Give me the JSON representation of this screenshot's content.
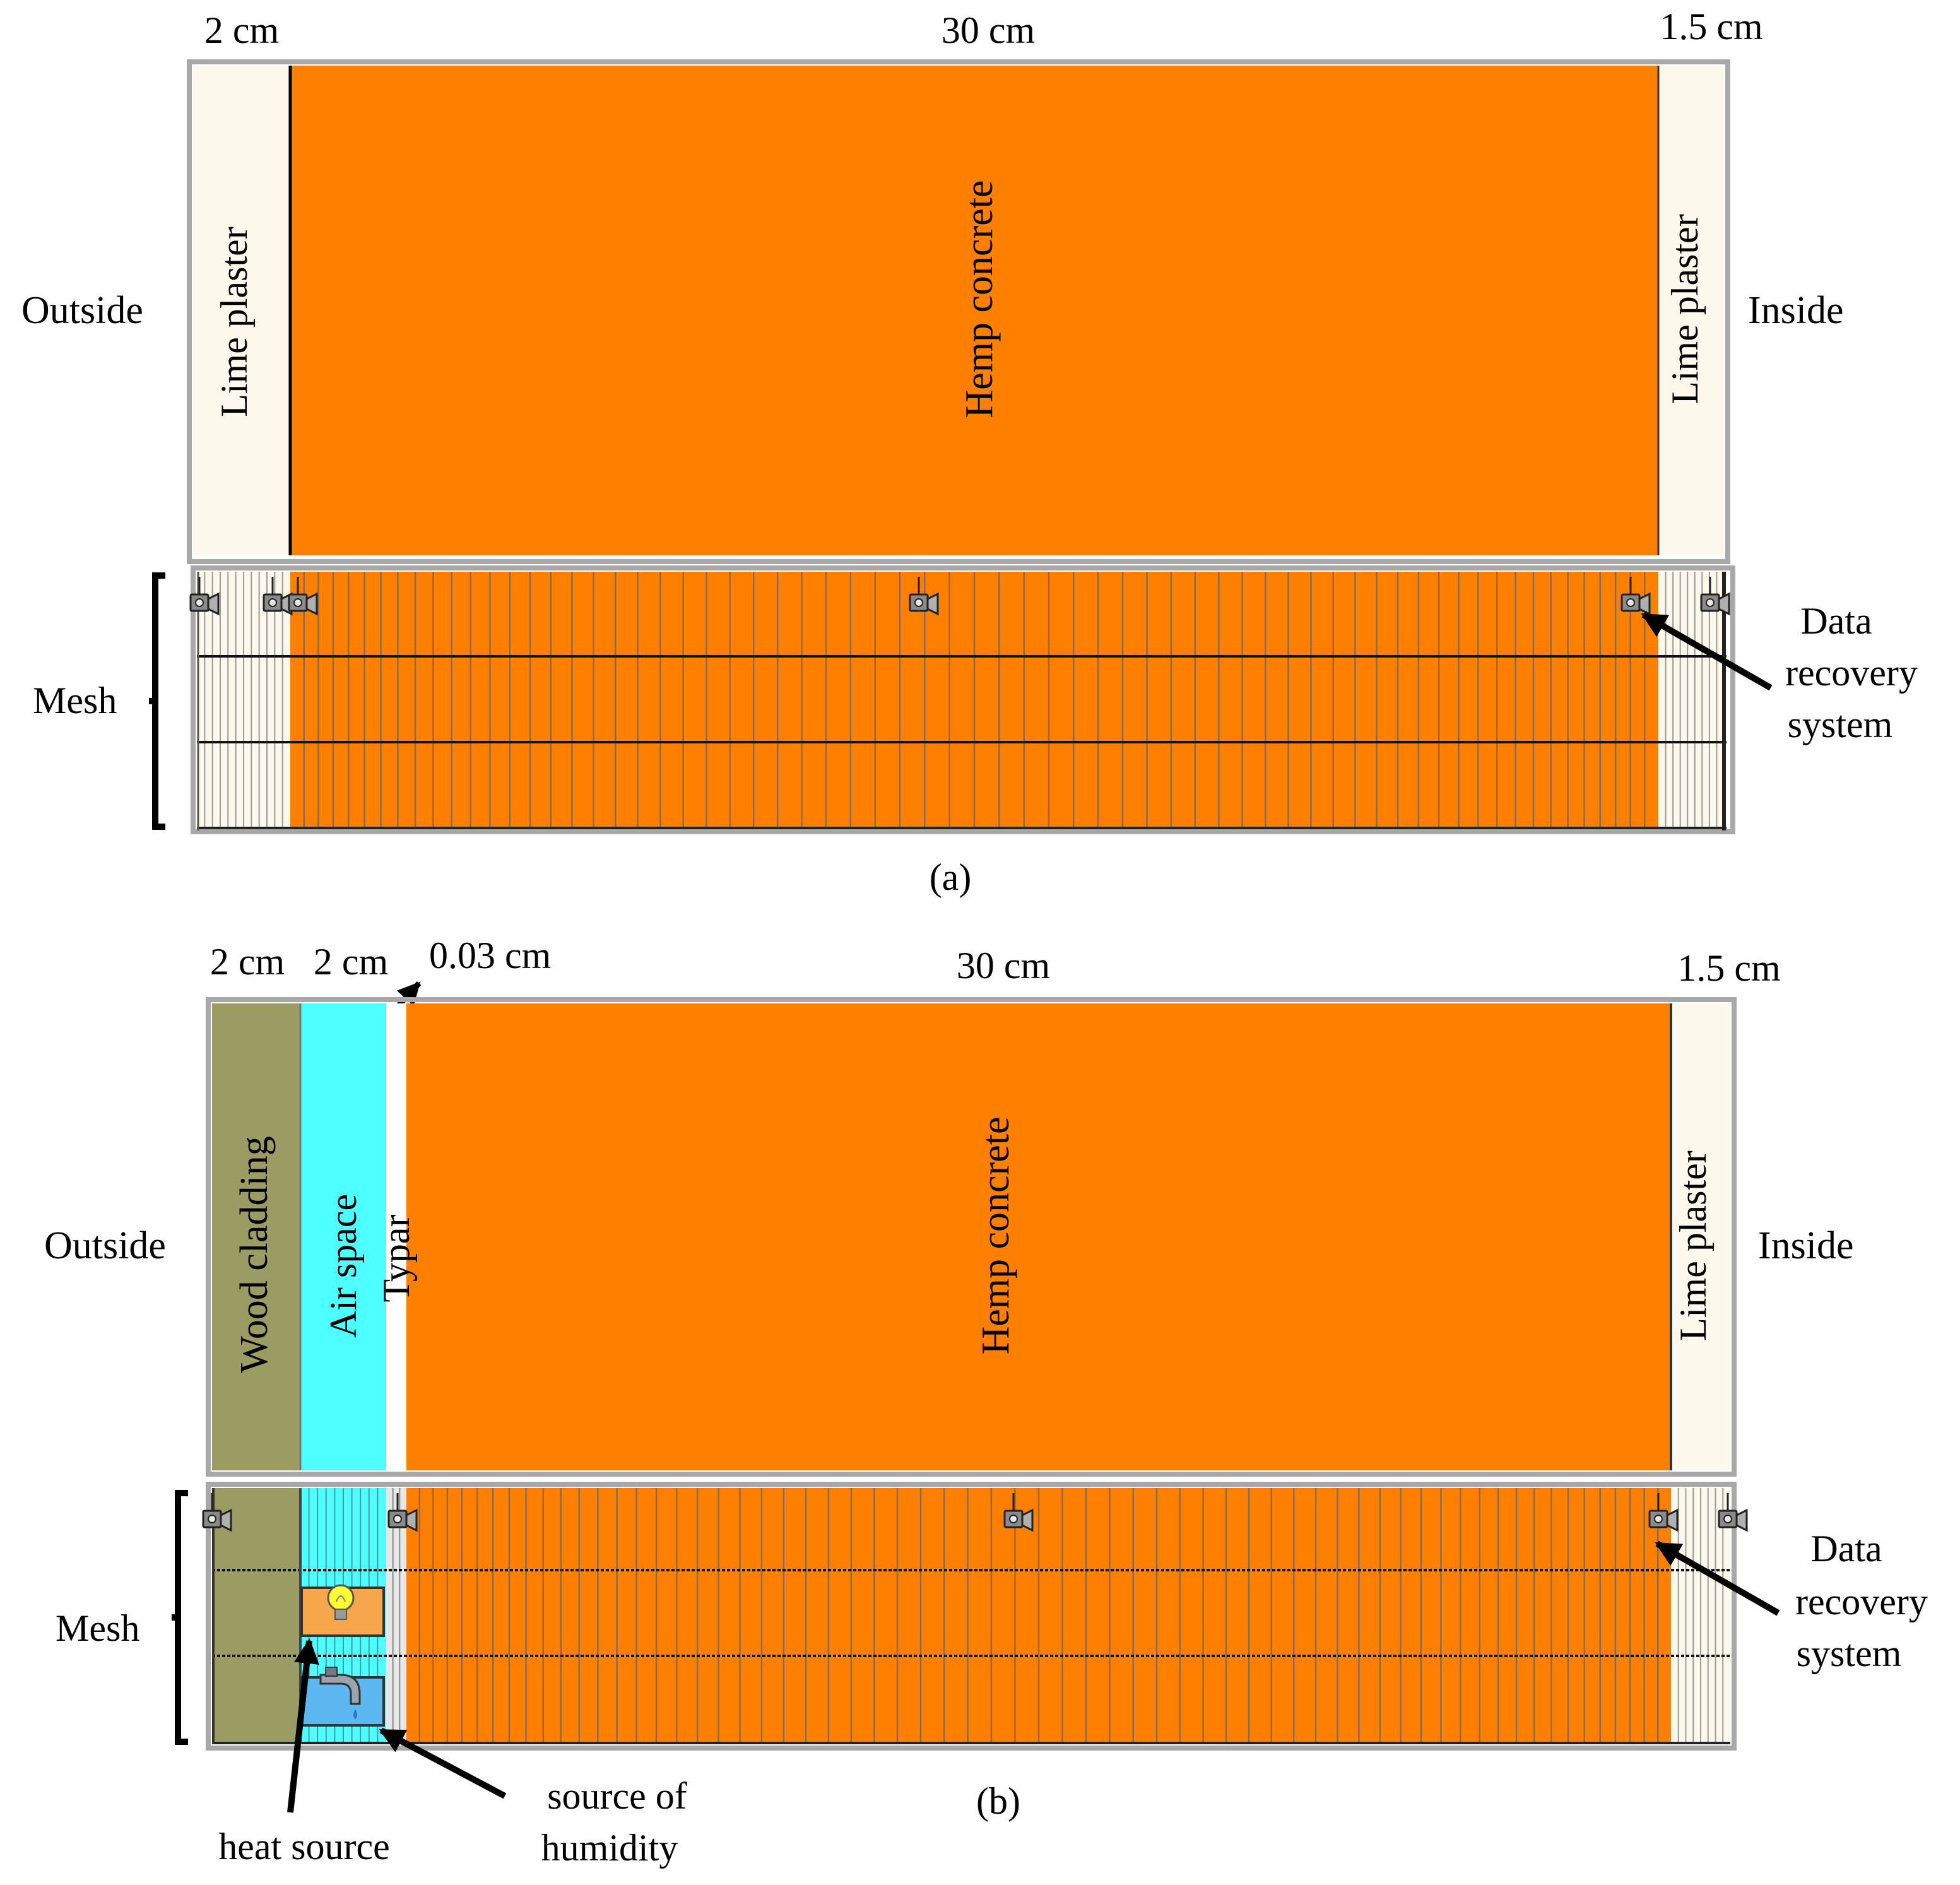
{
  "colors": {
    "lime_plaster": "#FCF9EC",
    "hemp_concrete": "#FF8000",
    "wood_cladding": "#9A9C64",
    "air_space": "#4DFFFF",
    "typar": "#FFFFFF",
    "heat_source_box": "#F7A64C",
    "humidity_source_box": "#5DB7F0",
    "frame": "#A8A8A8"
  },
  "icons": {
    "data_recovery": "camera-icon",
    "heat_source": "light-bulb-icon",
    "humidity_source": "water-tap-icon"
  },
  "panel_a": {
    "caption": "(a)",
    "dimensions": {
      "outer_plaster": "2 cm",
      "hemp": "30 cm",
      "inner_plaster": "1.5 cm"
    },
    "side_outside": "Outside",
    "side_inside": "Inside",
    "layers": {
      "outer_plaster": "Lime plaster",
      "hemp": "Hemp concrete",
      "inner_plaster": "Lime plaster"
    },
    "mesh_label": "Mesh",
    "data_recovery_label": [
      "Data",
      "recovery",
      "system"
    ]
  },
  "panel_b": {
    "caption": "(b)",
    "dimensions": {
      "wood": "2 cm",
      "air": "2 cm",
      "typar": "0.03 cm",
      "hemp": "30 cm",
      "inner_plaster": "1.5 cm"
    },
    "side_outside": "Outside",
    "side_inside": "Inside",
    "layers": {
      "wood": "Wood cladding",
      "air": "Air space",
      "typar": "Typar",
      "hemp": "Hemp concrete",
      "inner_plaster": "Lime plaster"
    },
    "mesh_label": "Mesh",
    "data_recovery_label": [
      "Data",
      "recovery",
      "system"
    ],
    "heat_source_label": "heat source",
    "humidity_source_label": [
      "source of",
      "humidity"
    ]
  }
}
